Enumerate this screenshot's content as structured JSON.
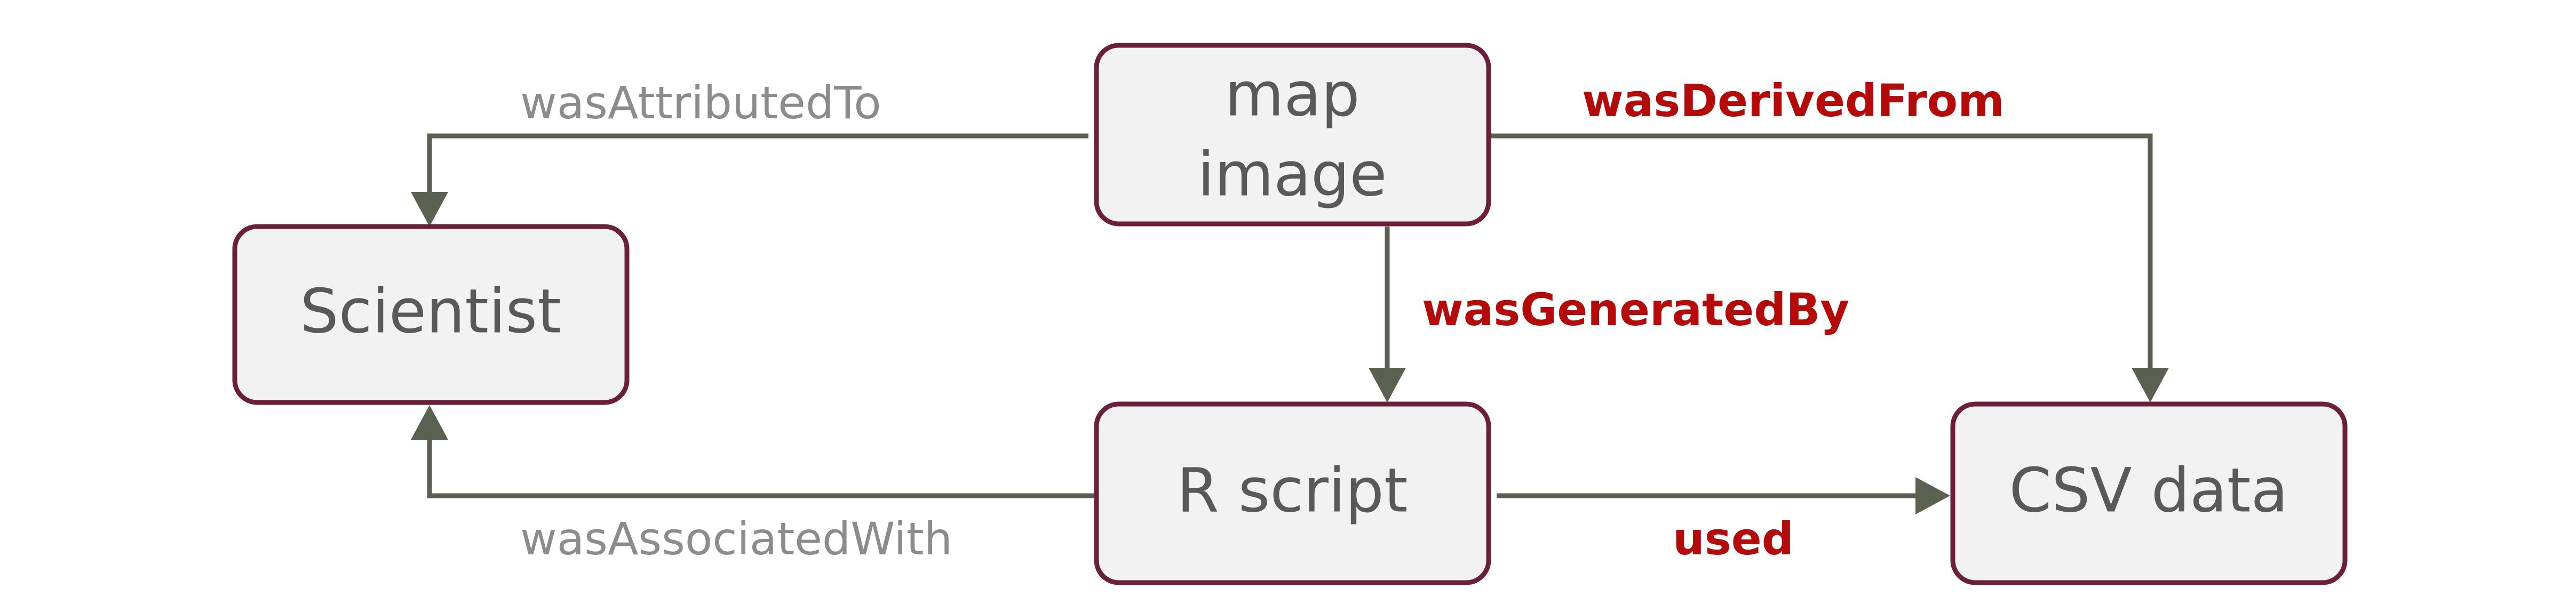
{
  "nodes": {
    "map_image": {
      "line1": "map",
      "line2": "image"
    },
    "scientist": {
      "label": "Scientist"
    },
    "r_script": {
      "label": "R script"
    },
    "csv_data": {
      "label": "CSV data"
    }
  },
  "edges": {
    "was_attributed_to": {
      "label": "wasAttributedTo"
    },
    "was_derived_from": {
      "label": "wasDerivedFrom"
    },
    "was_generated_by": {
      "label": "wasGeneratedBy"
    },
    "was_associated_with": {
      "label": "wasAssociatedWith"
    },
    "used": {
      "label": "used"
    }
  },
  "colors": {
    "node_border": "#6b1f3a",
    "node_fill": "#f2f2f2",
    "arrow": "#5b6150",
    "label_plain": "#8c8c8c",
    "label_emphasis": "#b40a0a"
  }
}
